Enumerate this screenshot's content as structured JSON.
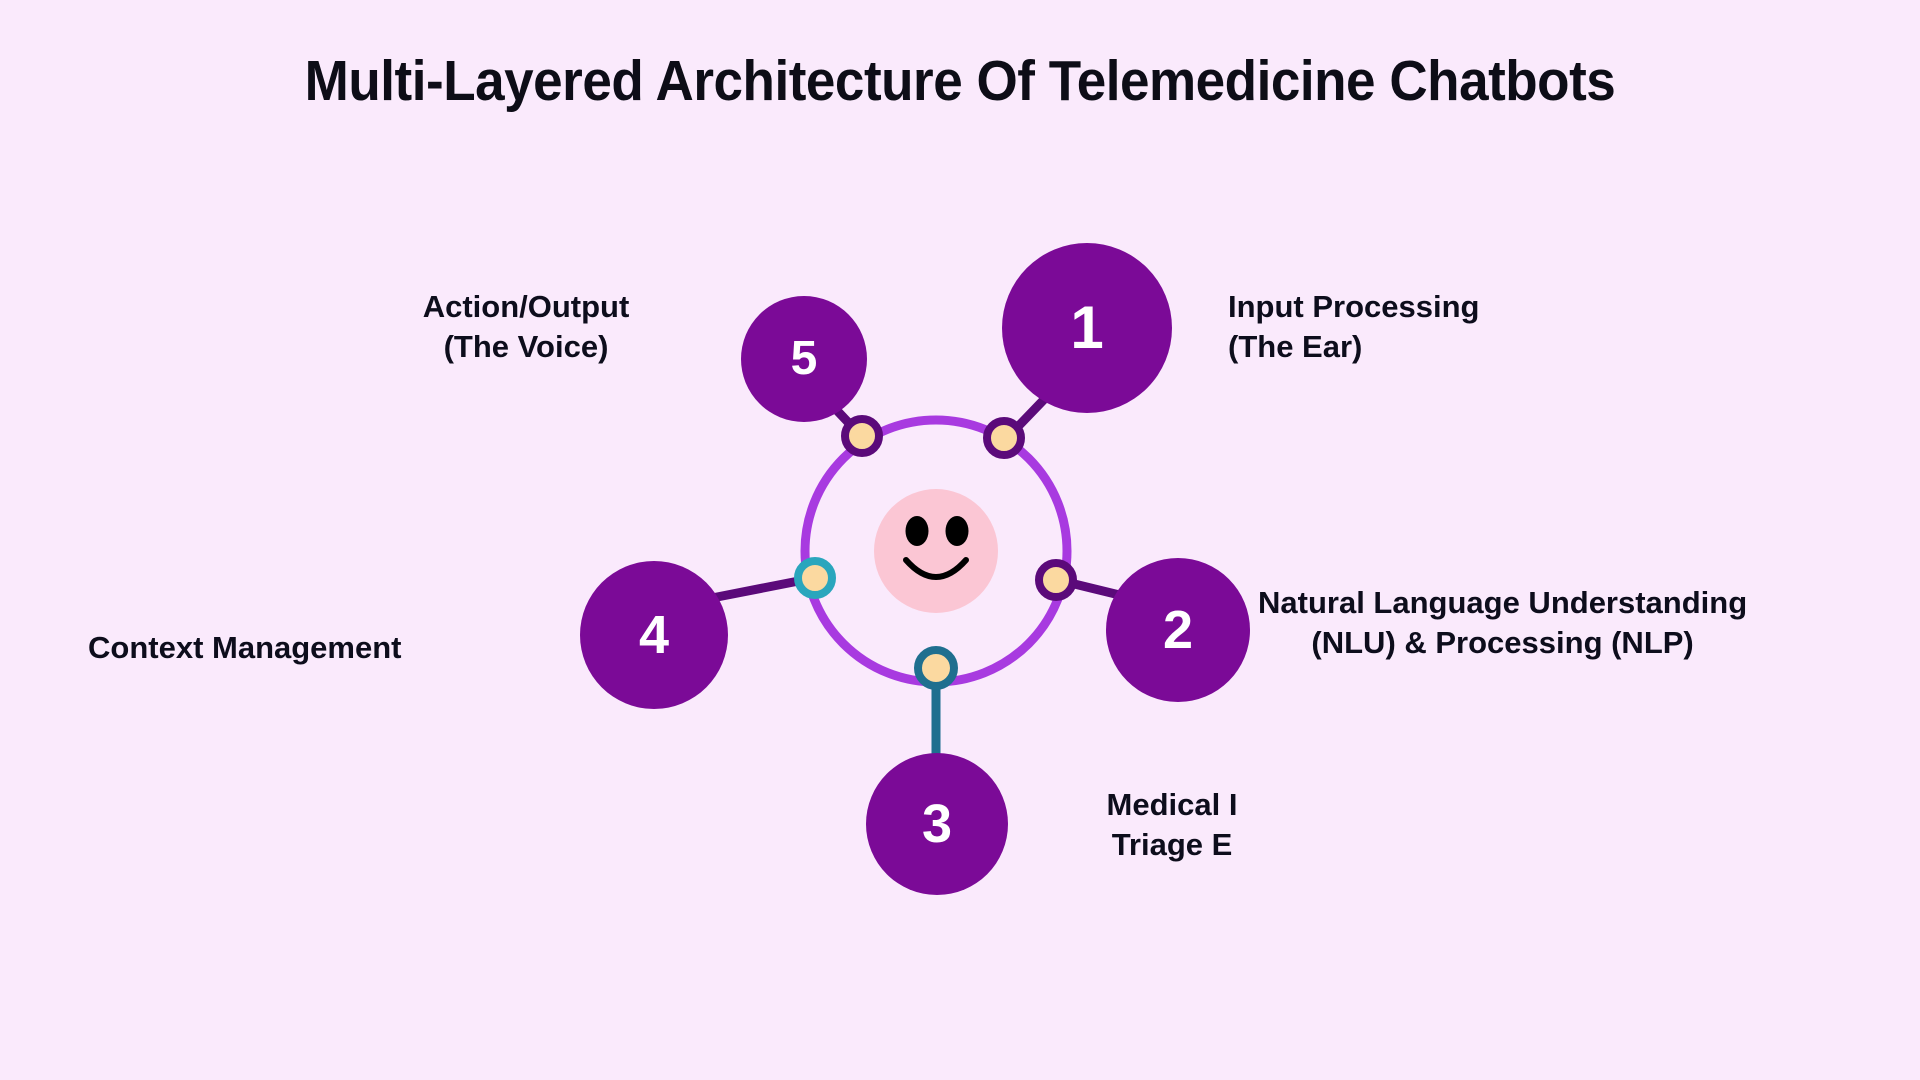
{
  "page": {
    "title": "Multi-Layered Architecture Of Telemedicine Chatbots",
    "background_color": "#faeafc",
    "text_color": "#0d0d1c"
  },
  "colors": {
    "node_fill": "#7b0a97",
    "node_text": "#ffffff",
    "ring_stroke": "#a83ae0",
    "center_fill": "#fbc6d4",
    "connector_dot_fill": "#fbd9a0",
    "connector_dot_ring_purple": "#5b0a7a",
    "connector_dot_ring_teal": "#2aa6bd",
    "connector_line_purple": "#5b0a7a",
    "connector_line_teal": "#1f6f8f",
    "face_color": "#000000"
  },
  "center": {
    "icon": "smiley-face-icon",
    "description": "Smiling face on pink circle"
  },
  "ring": {
    "label": "central-orbit-ring"
  },
  "nodes": [
    {
      "id": 1,
      "number": "1",
      "label": "Input Processing\n(The Ear)",
      "dot_ring_color": "#5b0a7a",
      "connector_color": "#5b0a7a"
    },
    {
      "id": 2,
      "number": "2",
      "label": "Natural Language Understanding\n(NLU) & Processing (NLP)",
      "dot_ring_color": "#5b0a7a",
      "connector_color": "#5b0a7a"
    },
    {
      "id": 3,
      "number": "3",
      "label": "Medical I\nTriage E",
      "dot_ring_color": "#1f6f8f",
      "connector_color": "#1f6f8f"
    },
    {
      "id": 4,
      "number": "4",
      "label": "Context Management",
      "dot_ring_color": "#2aa6bd",
      "connector_color": "#5b0a7a"
    },
    {
      "id": 5,
      "number": "5",
      "label": "Action/Output\n(The Voice)",
      "dot_ring_color": "#5b0a7a",
      "connector_color": "#5b0a7a"
    }
  ]
}
